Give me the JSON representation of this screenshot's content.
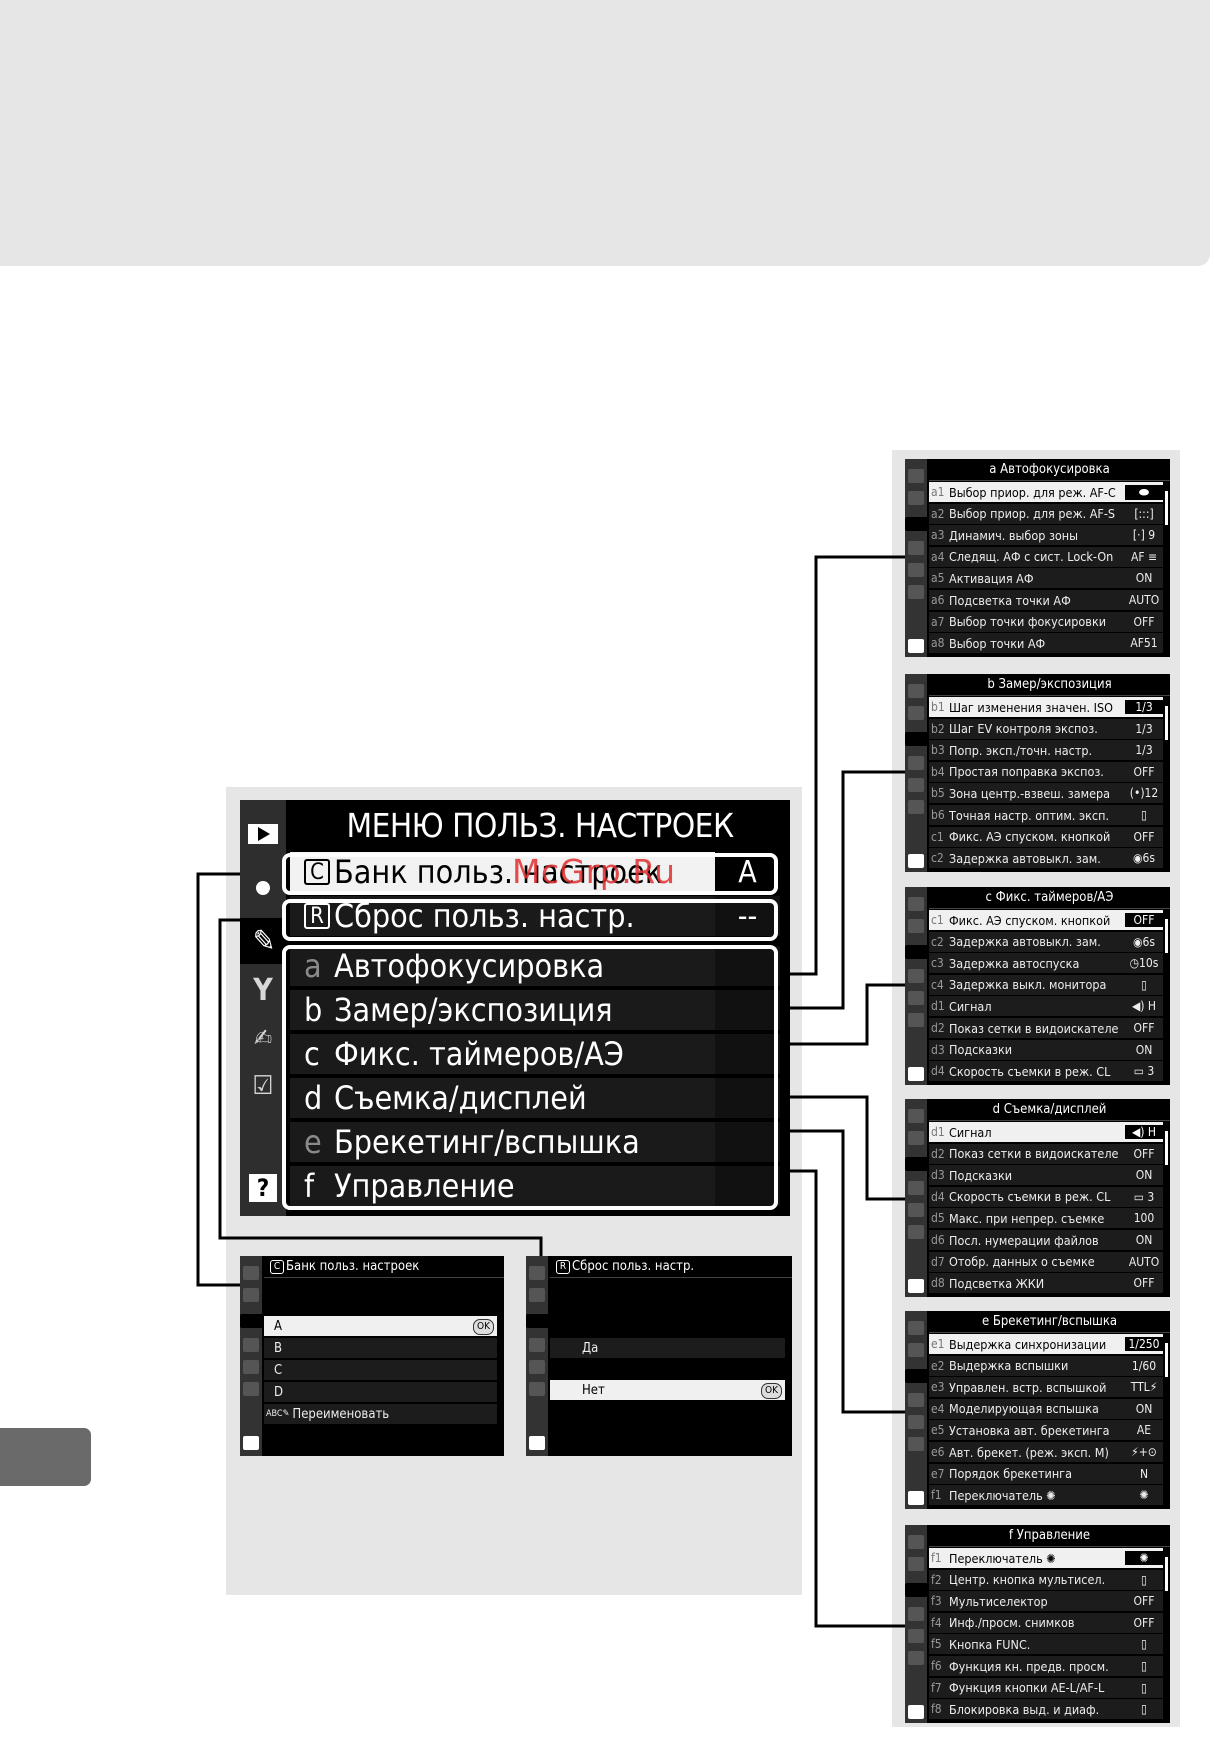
{
  "watermark": "McGrp.Ru",
  "main_menu": {
    "title": "МЕНЮ ПОЛЬЗ. НАСТРОЕК",
    "bank": {
      "icon": "C",
      "label": "Банк польз. настроек",
      "value": "A"
    },
    "reset": {
      "icon": "R",
      "label": "Сброс польз. настр.",
      "value": "--"
    },
    "groups": [
      {
        "letter": "a",
        "label": "Автофокусировка"
      },
      {
        "letter": "b",
        "label": "Замер/экспозиция"
      },
      {
        "letter": "c",
        "label": "Фикс. таймеров/АЭ"
      },
      {
        "letter": "d",
        "label": "Съемка/дисплей"
      },
      {
        "letter": "e",
        "label": "Брекетинг/вспышка"
      },
      {
        "letter": "f",
        "label": "Управление"
      }
    ],
    "help": "?"
  },
  "bank_dialog": {
    "icon": "C",
    "title": "Банк польз. настроек",
    "items": [
      "A",
      "B",
      "C",
      "D"
    ],
    "rename": "Переименовать",
    "rename_prefix": "ABC",
    "ok": "OK",
    "help": "?"
  },
  "reset_dialog": {
    "icon": "R",
    "title": "Сброс польз. настр.",
    "yes": "Да",
    "no": "Нет",
    "ok": "OK",
    "help": "?"
  },
  "submenus": [
    {
      "title": "a Автофокусировка",
      "items": [
        {
          "code": "a1",
          "label": "Выбор приор. для реж. AF-C",
          "value": "⬬"
        },
        {
          "code": "a2",
          "label": "Выбор приор. для реж. AF-S",
          "value": "[:::]"
        },
        {
          "code": "a3",
          "label": "Динамич. выбор зоны",
          "value": "[·] 9"
        },
        {
          "code": "a4",
          "label": "Следящ. АФ с сист. Lock-On",
          "value": "AF ≡"
        },
        {
          "code": "a5",
          "label": "Активация АФ",
          "value": "ON"
        },
        {
          "code": "a6",
          "label": "Подсветка точки АФ",
          "value": "AUTO"
        },
        {
          "code": "a7",
          "label": "Выбор точки фокусировки",
          "value": "OFF"
        },
        {
          "code": "a8",
          "label": "Выбор точки АФ",
          "value": "AF51"
        }
      ]
    },
    {
      "title": "b Замер/экспозиция",
      "items": [
        {
          "code": "b1",
          "label": "Шаг изменения значен. ISO",
          "value": "1/3"
        },
        {
          "code": "b2",
          "label": "Шаг EV контроля экспоз.",
          "value": "1/3"
        },
        {
          "code": "b3",
          "label": "Попр. эксп./точн. настр.",
          "value": "1/3"
        },
        {
          "code": "b4",
          "label": "Простая поправка экспоз.",
          "value": "OFF"
        },
        {
          "code": "b5",
          "label": "Зона центр.-взвеш. замера",
          "value": "(•)12"
        },
        {
          "code": "b6",
          "label": "Точная настр. оптим. эксп.",
          "value": "▯"
        },
        {
          "code": "c1",
          "label": "Фикс. АЭ спуском. кнопкой",
          "value": "OFF"
        },
        {
          "code": "c2",
          "label": "Задержка автовыкл. зам.",
          "value": "◉6s"
        }
      ]
    },
    {
      "title": "c Фикс. таймеров/АЭ",
      "items": [
        {
          "code": "c1",
          "label": "Фикс. АЭ спуском. кнопкой",
          "value": "OFF"
        },
        {
          "code": "c2",
          "label": "Задержка автовыкл. зам.",
          "value": "◉6s"
        },
        {
          "code": "c3",
          "label": "Задержка автоспуска",
          "value": "◷10s"
        },
        {
          "code": "c4",
          "label": "Задержка выкл. монитора",
          "value": "▯"
        },
        {
          "code": "d1",
          "label": "Сигнал",
          "value": "◀) H"
        },
        {
          "code": "d2",
          "label": "Показ сетки в видоискателе",
          "value": "OFF"
        },
        {
          "code": "d3",
          "label": "Подсказки",
          "value": "ON"
        },
        {
          "code": "d4",
          "label": "Скорость съемки в реж. CL",
          "value": "▭ 3"
        }
      ]
    },
    {
      "title": "d Съемка/дисплей",
      "items": [
        {
          "code": "d1",
          "label": "Сигнал",
          "value": "◀) H"
        },
        {
          "code": "d2",
          "label": "Показ сетки в видоискателе",
          "value": "OFF"
        },
        {
          "code": "d3",
          "label": "Подсказки",
          "value": "ON"
        },
        {
          "code": "d4",
          "label": "Скорость съемки в реж. CL",
          "value": "▭ 3"
        },
        {
          "code": "d5",
          "label": "Макс. при непрер. съемке",
          "value": "100"
        },
        {
          "code": "d6",
          "label": "Посл. нумерации файлов",
          "value": "ON"
        },
        {
          "code": "d7",
          "label": "Отобр. данных о съемке",
          "value": "AUTO"
        },
        {
          "code": "d8",
          "label": "Подсветка ЖКИ",
          "value": "OFF"
        }
      ]
    },
    {
      "title": "e Брекетинг/вспышка",
      "items": [
        {
          "code": "e1",
          "label": "Выдержка синхронизации",
          "value": "1/250"
        },
        {
          "code": "e2",
          "label": "Выдержка вспышки",
          "value": "1/60"
        },
        {
          "code": "e3",
          "label": "Управлен. встр. вспышкой",
          "value": "TTL⚡"
        },
        {
          "code": "e4",
          "label": "Моделирующая вспышка",
          "value": "ON"
        },
        {
          "code": "e5",
          "label": "Установка авт. брекетинга",
          "value": "AE"
        },
        {
          "code": "e6",
          "label": "Авт. брекет. (реж. эксп. M)",
          "value": "⚡+⊙"
        },
        {
          "code": "e7",
          "label": "Порядок брекетинга",
          "value": "N"
        },
        {
          "code": "f1",
          "label": "Переключатель ✺",
          "value": "✺"
        }
      ]
    },
    {
      "title": "f Управление",
      "items": [
        {
          "code": "f1",
          "label": "Переключатель ✺",
          "value": "✺"
        },
        {
          "code": "f2",
          "label": "Центр. кнопка мультисел.",
          "value": "▯"
        },
        {
          "code": "f3",
          "label": "Мультиселектор",
          "value": "OFF"
        },
        {
          "code": "f4",
          "label": "Инф./просм. снимков",
          "value": "OFF"
        },
        {
          "code": "f5",
          "label": "Кнопка FUNC.",
          "value": "▯"
        },
        {
          "code": "f6",
          "label": "Функция кн. предв. просм.",
          "value": "▯"
        },
        {
          "code": "f7",
          "label": "Функция кнопки AE-L/AF-L",
          "value": "▯"
        },
        {
          "code": "f8",
          "label": "Блокировка выд. и диаф.",
          "value": "▯"
        }
      ]
    }
  ]
}
